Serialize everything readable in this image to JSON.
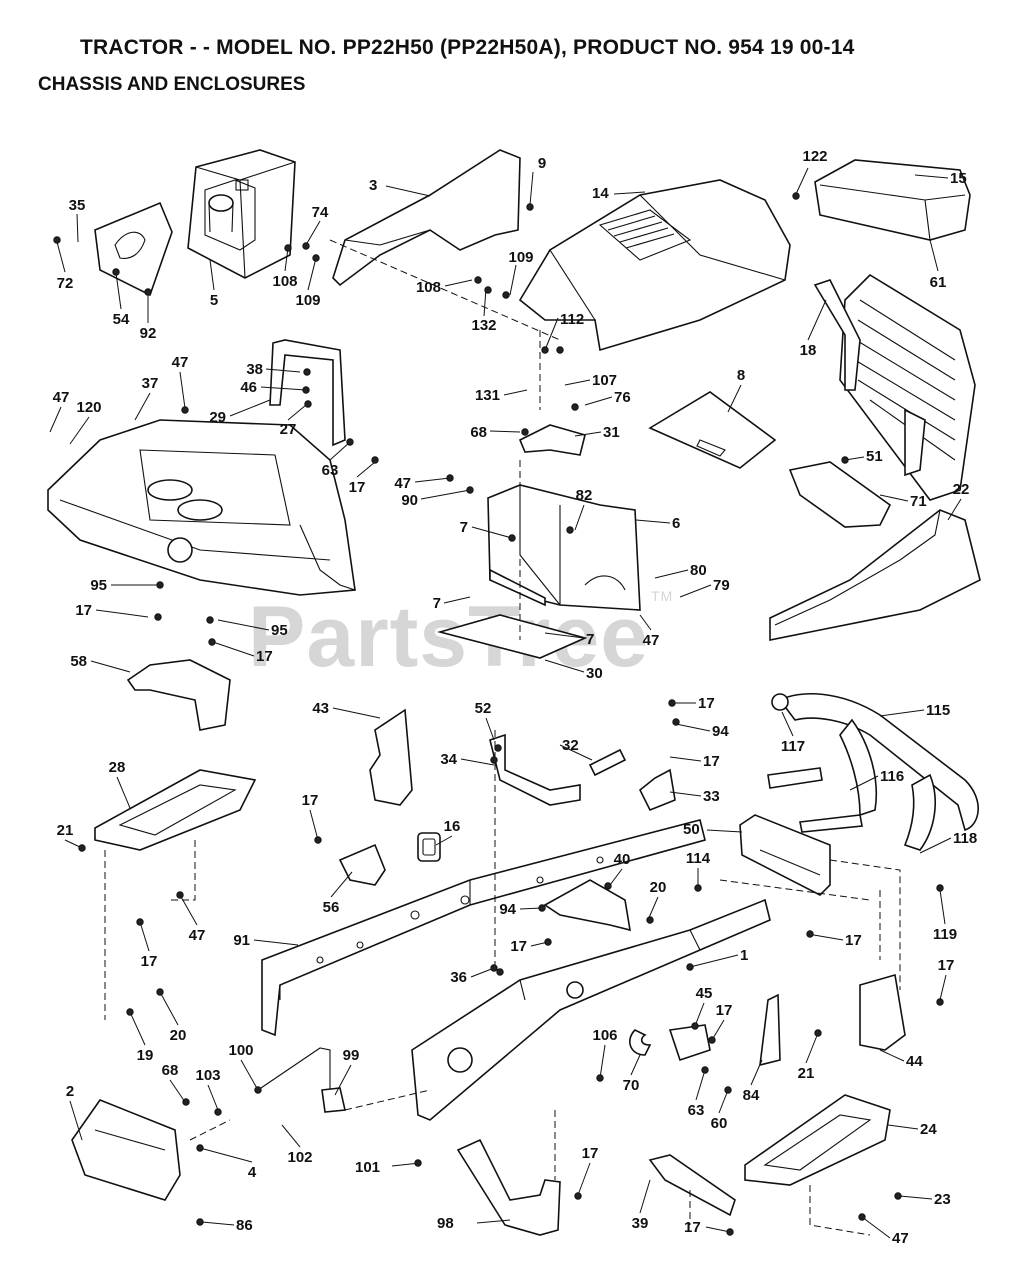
{
  "header": {
    "title": "TRACTOR - - MODEL NO. PP22H50 (PP22H50A), PRODUCT NO. 954 19 00-14",
    "subtitle": "CHASSIS AND ENCLOSURES"
  },
  "watermark": {
    "text": "PartsTree",
    "mark": "TM"
  },
  "callouts": [
    "3",
    "9",
    "14",
    "122",
    "15",
    "35",
    "5",
    "74",
    "108",
    "109",
    "72",
    "54",
    "92",
    "108",
    "109",
    "132",
    "112",
    "61",
    "18",
    "47",
    "38",
    "46",
    "29",
    "27",
    "131",
    "107",
    "76",
    "8",
    "47",
    "120",
    "37",
    "68",
    "31",
    "63",
    "17",
    "47",
    "90",
    "82",
    "51",
    "71",
    "22",
    "7",
    "6",
    "80",
    "79",
    "7",
    "47",
    "95",
    "17",
    "95",
    "17",
    "7",
    "30",
    "58",
    "43",
    "52",
    "17",
    "94",
    "34",
    "32",
    "17",
    "115",
    "117",
    "33",
    "116",
    "28",
    "16",
    "17",
    "50",
    "21",
    "56",
    "118",
    "114",
    "40",
    "20",
    "47",
    "91",
    "94",
    "17",
    "1",
    "17",
    "119",
    "17",
    "36",
    "45",
    "17",
    "17",
    "20",
    "44",
    "19",
    "106",
    "100",
    "99",
    "70",
    "21",
    "68",
    "103",
    "63",
    "60",
    "84",
    "2",
    "4",
    "102",
    "24",
    "101",
    "17",
    "23",
    "98",
    "39",
    "17",
    "47",
    "86"
  ]
}
